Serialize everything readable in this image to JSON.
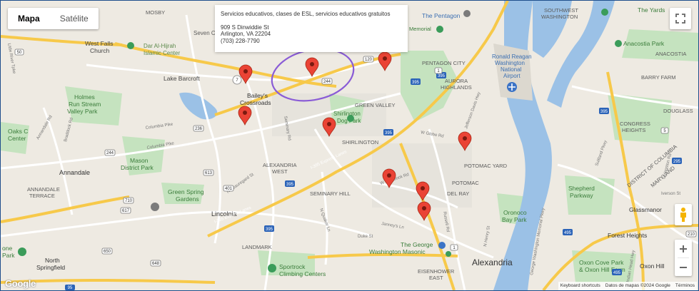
{
  "map_type": {
    "options": [
      "Mapa",
      "Satélite"
    ],
    "selected": "Mapa"
  },
  "info_window": {
    "title": "Servicios educativos, clases de ESL, servicios educativos gratuitos",
    "address_line1": "909 S Dinwiddie St",
    "address_line2": "Arlington, VA 22204",
    "phone": "(703) 228-7790"
  },
  "place_labels": {
    "mosby": "MOSBY",
    "seven_corners": "Seven C",
    "west_falls_church_1": "West Falls",
    "west_falls_church_2": "Church",
    "al_hijrah_1": "Dar Al-Hijrah",
    "al_hijrah_2": "Islamic Center",
    "lake_barcroft": "Lake Barcroft",
    "baileys_1": "Bailey's",
    "baileys_2": "Crossroads",
    "holmes_1": "Holmes",
    "holmes_2": "Run Stream",
    "holmes_3": "Valley Park",
    "green_valley": "GREEN VALLEY",
    "shirlington_dog_1": "Shirlington",
    "shirlington_dog_2": "Dog Park",
    "shirlington": "SHIRLINGTON",
    "pentagon": "The Pentagon",
    "pentagon_city": "PENTAGON CITY",
    "aurora_1": "AURORA",
    "aurora_2": "HIGHLANDS",
    "reagan_1": "Ronald Reagan",
    "reagan_2": "Washington",
    "reagan_3": "National",
    "reagan_4": "Airport",
    "memorial": "Memorial",
    "sw_1": "SOUTHWEST",
    "sw_2": "WASHINGTON",
    "yards": "The Yards",
    "anacostia_park": "Anacostia Park",
    "anacostia": "ANACOSTIA",
    "barry_farm": "BARRY FARM",
    "douglass": "DOUGLASS",
    "congress_1": "CONGRESS",
    "congress_2": "HEIGHTS",
    "district_1": "DISTRICT OF COLUMBIA",
    "district_2": "MARYLAND",
    "oaks_1": "Oaks C",
    "oaks_2": "Center",
    "annandale": "Annandale",
    "mason_1": "Mason",
    "mason_2": "District Park",
    "alexandria_west_1": "ALEXANDRIA",
    "alexandria_west_2": "WEST",
    "potomac_yard": "POTOMAC YARD",
    "potomac": "POTOMAC",
    "del_ray": "DEL RAY",
    "annandale_terrace_1": "ANNANDALE",
    "annandale_terrace_2": "TERRACE",
    "green_spring_1": "Green Spring",
    "green_spring_2": "Gardens",
    "seminary_hill": "SEMINARY HILL",
    "shepherd_1": "Shepherd",
    "shepherd_2": "Parkway",
    "glassmanor": "Glassmanor",
    "lincolnia": "Lincolnia",
    "oronoco_1": "Oronoco",
    "oronoco_2": "Bay Park",
    "forest_heights": "Forest Heights",
    "landmark": "LANDMARK",
    "george_1": "The George",
    "george_2": "Washington Masonic",
    "alexandria": "Alexandria",
    "north_springfield_1": "North",
    "north_springfield_2": "Springfield",
    "sportrock_1": "Sportrock",
    "sportrock_2": "Climbing Centers",
    "eisenhower_1": "EISENHOWER",
    "eisenhower_2": "EAST",
    "oxon_cove_1": "Oxon Cove Park",
    "oxon_cove_2": "& Oxon Hill Farm",
    "oxon_hill": "Oxon Hill",
    "one_1": "one",
    "one_2": "Park"
  },
  "road_labels": {
    "columbia_pike": "Columbia Pike",
    "i395_lanes_1": "I-395 Express Lanes",
    "i395_lanes_2": "I-395 Express Lanes",
    "braddock": "W Braddock Rd",
    "seminary": "Seminary Rd",
    "beauregard": "N Beauregard St",
    "jefferson": "Jefferson Davis Hwy",
    "glebe": "W Glebe Rd",
    "quaker": "N Quaker Ln",
    "russell": "Russell Rd",
    "henry": "N Henry St",
    "duke": "Duke St",
    "janneys": "Janney's Ln",
    "parkway": "George Washington Memorial Pkwy",
    "suitland": "Suitland Pkwy",
    "livingston": "Livingston Rd",
    "indian_head": "Indian Head Hwy",
    "iverson": "Iverson St",
    "braddock2": "Braddock Rd",
    "annandale_rd": "Annandale Rd",
    "columbia2": "Columbia Pike",
    "little_river": "Little River Tpke"
  },
  "shields": {
    "r7": "7",
    "r244a": "244",
    "r244b": "244",
    "r120": "120",
    "r395a": "395",
    "r395b": "395",
    "r395c": "395",
    "r395d": "395",
    "r395e": "395",
    "r395f": "395",
    "r50": "50",
    "r1": "1",
    "r613": "613",
    "r236": "236",
    "r401": "401",
    "r648": "648",
    "r710": "710",
    "r617": "617",
    "r650": "650",
    "r495a": "495",
    "r495b": "495",
    "r295": "295",
    "r210": "210",
    "r5": "5",
    "r95": "95",
    "r1b": "1"
  },
  "markers": [
    {
      "name": "location-1"
    },
    {
      "name": "location-2"
    },
    {
      "name": "location-3"
    },
    {
      "name": "location-4"
    },
    {
      "name": "location-5"
    },
    {
      "name": "location-6"
    },
    {
      "name": "location-7"
    },
    {
      "name": "location-8"
    },
    {
      "name": "location-9"
    }
  ],
  "footer": {
    "shortcuts": "Keyboard shortcuts",
    "copyright": "Datos de mapas ©2024 Google",
    "terms": "Términos"
  },
  "logo": "Google",
  "colors": {
    "water": "#9bc1e6",
    "park": "#c5e3bf",
    "highway": "#f7c94a",
    "arterial": "#ffffff",
    "marker": "#ea4335",
    "annotation": "#8a5cd6"
  },
  "icons": [
    "fullscreen-icon",
    "pegman-icon",
    "zoom-in-icon",
    "zoom-out-icon",
    "airport-icon"
  ]
}
